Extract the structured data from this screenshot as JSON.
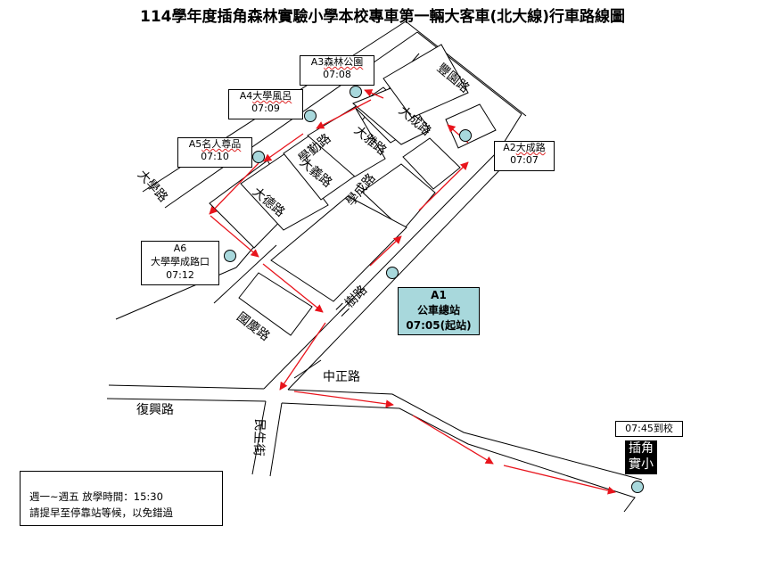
{
  "title": "114學年度插角森林實驗小學本校專車第一輛大客車(北大線)行車路線圖",
  "roads": {
    "fuxing": "復興路",
    "zhongzheng": "中正路",
    "minsheng": "民生街",
    "guoqing": "國慶路",
    "sanshu": "三樹路",
    "daxue": "大學路",
    "xueqin": "學勤路",
    "daya": "大雅路",
    "dayi": "大義路",
    "dade": "大德路",
    "xuecheng": "學成路",
    "dacheng": "大成路",
    "fengyuan": "豐園路"
  },
  "stops": {
    "a1": {
      "code": "A1",
      "name": "公車總站",
      "time": "07:05(起站)"
    },
    "a2": {
      "code": "A2",
      "name": "大成路",
      "time": "07:07"
    },
    "a3": {
      "code": "A3",
      "name": "森林公園",
      "time": "07:08"
    },
    "a4": {
      "code": "A4",
      "name": "大學風呂",
      "time": "07:09"
    },
    "a5": {
      "code": "A5",
      "name": "名人尊品",
      "time": "07:10"
    },
    "a6": {
      "code": "A6",
      "name": "大學學成路口",
      "time": "07:12"
    }
  },
  "school": {
    "line1": "插角",
    "line2": "實小",
    "arrival": "07:45到校"
  },
  "notice": {
    "line1": "週一~週五 放學時間：15:30",
    "line2": "請提早至停靠站等候，以免錯過"
  },
  "colors": {
    "route": "#e8141c",
    "stop_dot": "#a8d8dc",
    "start_box": "#a8d8dc",
    "road": "#000000"
  }
}
